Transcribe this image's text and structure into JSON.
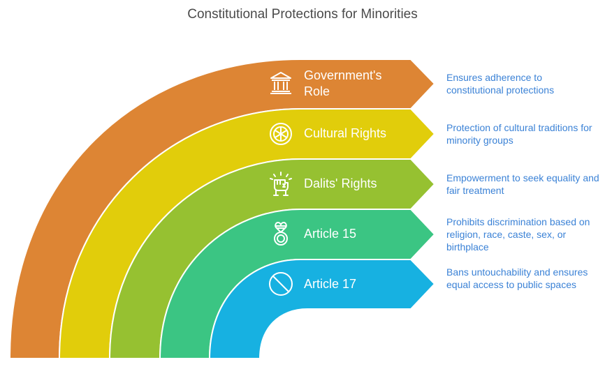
{
  "title": "Constitutional Protections for Minorities",
  "items": [
    {
      "label": "Government's Role",
      "label_line1": "Government's",
      "label_line2": "Role",
      "icon": "government-building-icon",
      "color": "#DD8534",
      "description": "Ensures adherence to constitutional protections"
    },
    {
      "label": "Cultural Rights",
      "icon": "cultural-emblem-icon",
      "color": "#E1CD0B",
      "description": "Protection of cultural traditions for minority groups"
    },
    {
      "label": "Dalits' Rights",
      "icon": "raised-fist-icon",
      "color": "#96C131",
      "description": "Empowerment to seek equality and fair treatment"
    },
    {
      "label": "Article 15",
      "icon": "heart-ring-icon",
      "color": "#3BC583",
      "description": "Prohibits discrimination based on religion, race, caste, sex, or birthplace"
    },
    {
      "label": "Article 17",
      "icon": "prohibited-icon",
      "color": "#17B1E1",
      "description": "Bans untouchability and ensures equal access to public spaces"
    }
  ],
  "colors": {
    "title": "#4a4a4a",
    "description": "#3b82d6",
    "label": "#ffffff"
  }
}
